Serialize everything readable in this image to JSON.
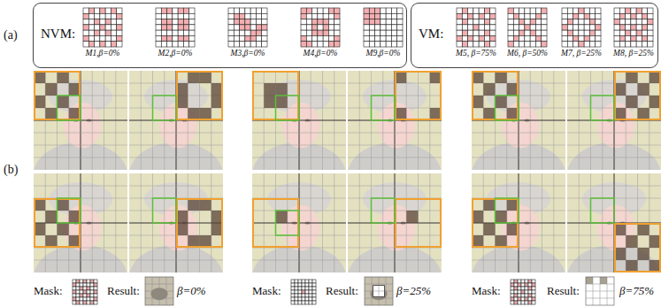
{
  "diagram": {
    "nodes": [
      {
        "text": [
          "NVM:"
        ]
      },
      {
        "text": [
          "M1,β=0%"
        ],
        "in": 0
      },
      {
        "text": [
          "M2,β=0%"
        ],
        "in": 0
      },
      {
        "text": [
          "M3,β=0%"
        ],
        "in": 0
      },
      {
        "text": [
          "M4,β=0%"
        ],
        "in": 0
      },
      {
        "text": [
          "M9,β=0%"
        ],
        "in": 0
      },
      {
        "text": [
          "VM:"
        ]
      },
      {
        "text": [
          "M5, β=75%"
        ],
        "in": 6
      },
      {
        "text": [
          "M6, β=50%"
        ],
        "in": 6
      },
      {
        "text": [
          "M7, β=25%"
        ],
        "in": 6
      },
      {
        "text": [
          "M8, β=25%"
        ],
        "in": 6
      }
    ],
    "labels": [
      "(a)",
      "(b)",
      "Mask:",
      "Result:",
      "β=0%",
      "Mask:",
      "Result:",
      "β=25%",
      "Mask:",
      "Result:",
      "β=75%"
    ]
  }
}
